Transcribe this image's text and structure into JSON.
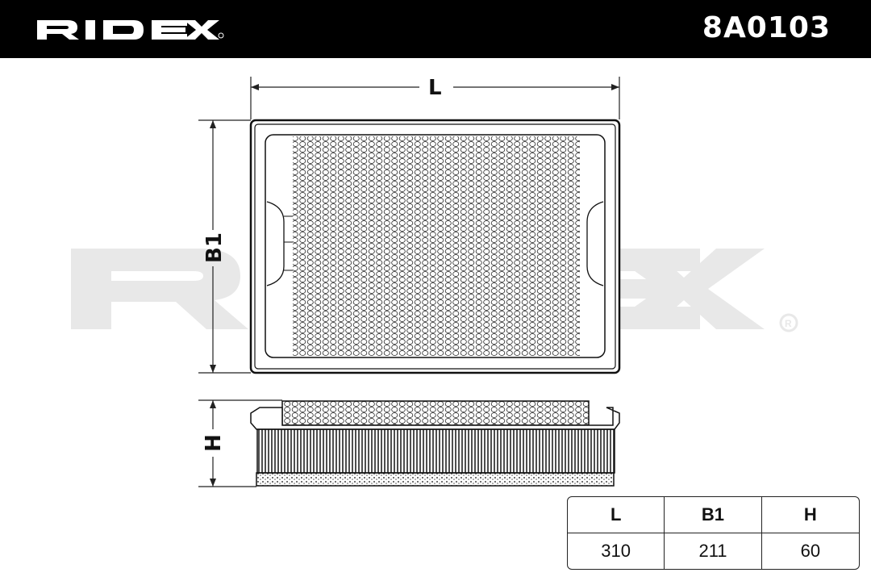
{
  "header": {
    "brand": "RIDEX",
    "part_number": "8A0103"
  },
  "diagram": {
    "labels": {
      "length": "L",
      "width": "B1",
      "height": "H"
    }
  },
  "dimensions_table": {
    "headers": [
      "L",
      "B1",
      "H"
    ],
    "values": [
      "310",
      "211",
      "60"
    ]
  },
  "colors": {
    "header_bg": "#000000",
    "header_text": "#ffffff",
    "line": "#111111",
    "watermark": "#e6e6e6"
  }
}
